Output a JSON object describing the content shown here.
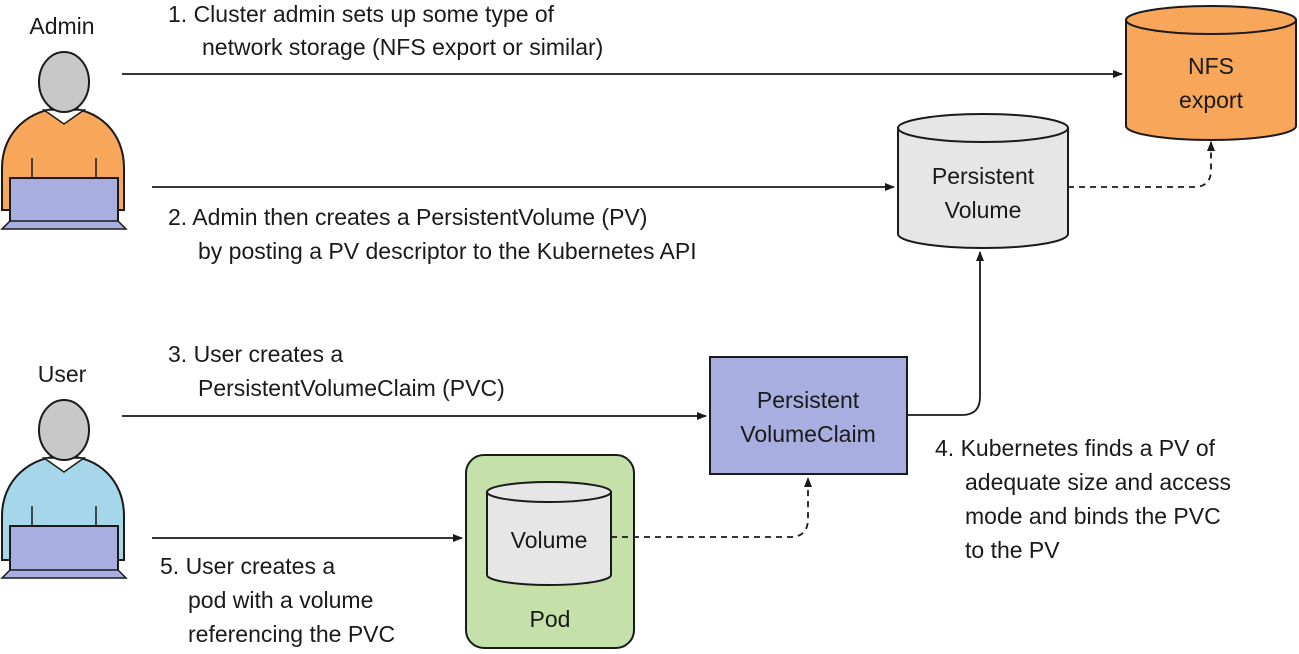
{
  "actors": {
    "admin": {
      "label": "Admin",
      "shirt_color": "#f8a65a"
    },
    "user": {
      "label": "User",
      "shirt_color": "#a6d6ea"
    },
    "head_color": "#c8c8c8",
    "laptop_color": "#a9aee0"
  },
  "nodes": {
    "nfs": {
      "lines": [
        "NFS",
        "export"
      ],
      "fill": "#f8a65a"
    },
    "pv": {
      "lines": [
        "Persistent",
        "Volume"
      ],
      "fill": "#e6e6e6"
    },
    "pvc": {
      "lines": [
        "Persistent",
        "VolumeClaim"
      ],
      "fill": "#a9aee0"
    },
    "pod": {
      "label": "Pod",
      "fill": "#c5e0a8"
    },
    "volume": {
      "label": "Volume",
      "fill": "#e6e6e6"
    }
  },
  "steps": {
    "step1": [
      "1. Cluster admin sets up some type of",
      "network storage (NFS export or similar)"
    ],
    "step2": [
      "2. Admin then creates a PersistentVolume (PV)",
      "by posting a PV descriptor to the Kubernetes API"
    ],
    "step3": [
      "3. User creates a",
      "PersistentVolumeClaim (PVC)"
    ],
    "step4": [
      "4. Kubernetes finds a PV of",
      "adequate size and access",
      "mode and binds the PVC",
      "to the PV"
    ],
    "step5": [
      "5. User creates a",
      "pod with a volume",
      "referencing the PVC"
    ]
  }
}
